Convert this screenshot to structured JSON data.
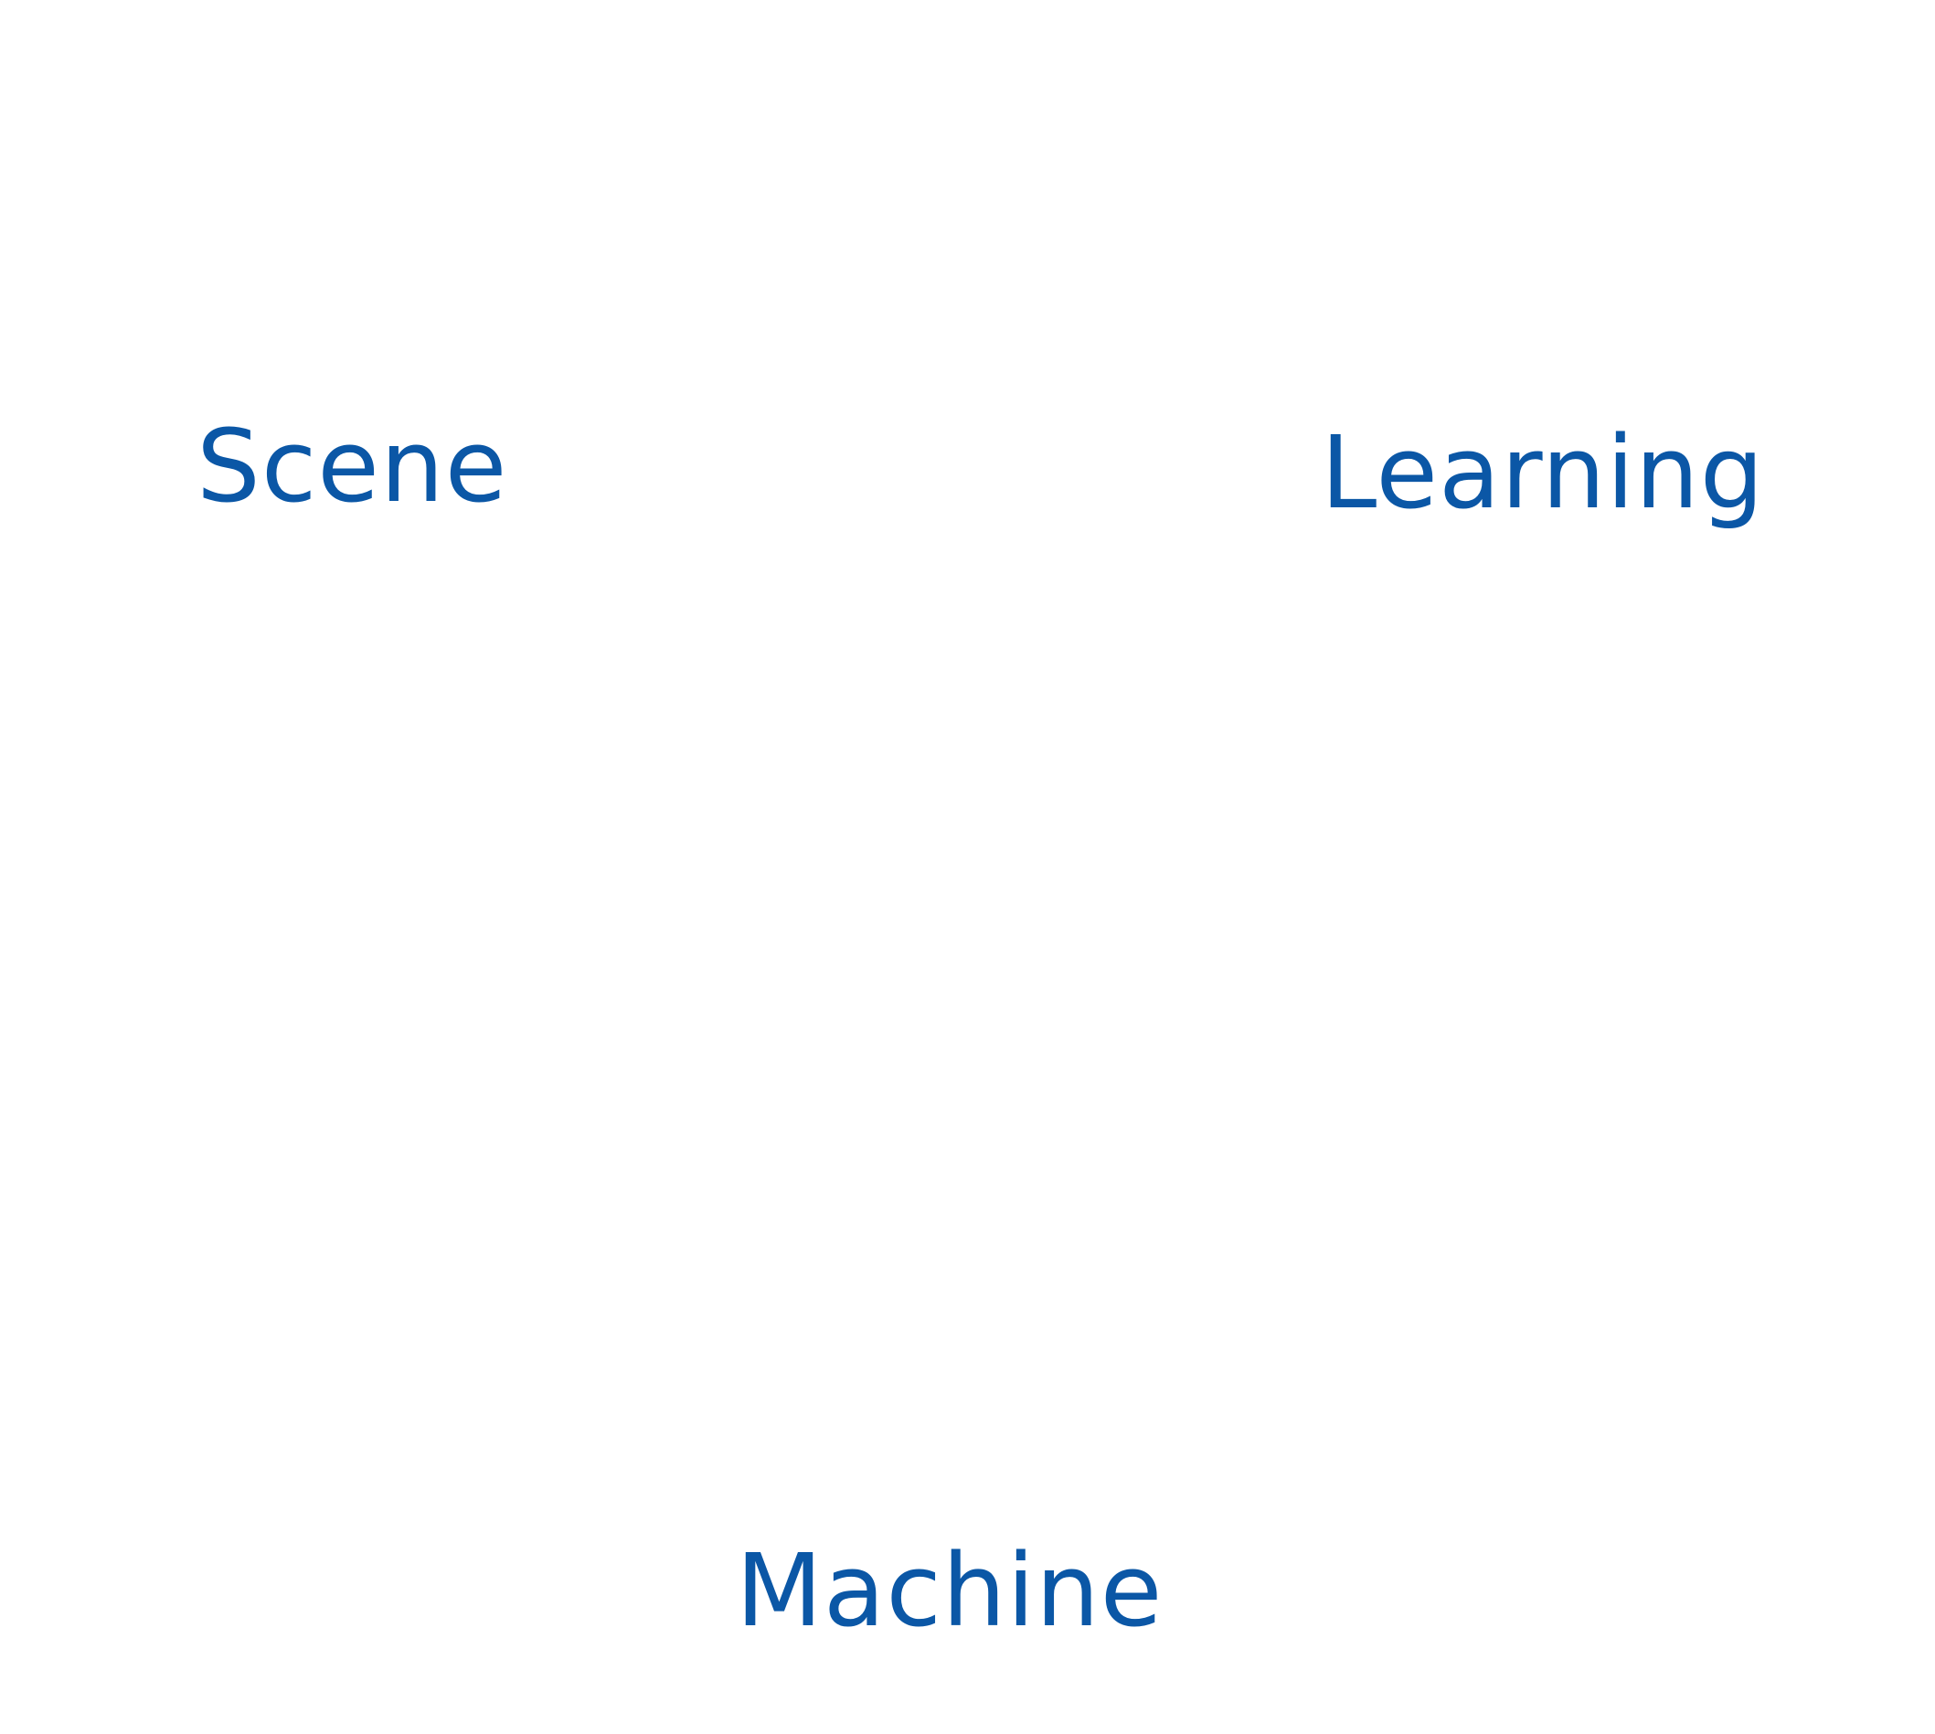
{
  "words": {
    "scene": "Scene",
    "learning": "Learning",
    "machine": "Machine"
  },
  "colors": {
    "text": "#0b57a6",
    "background": "#ffffff"
  }
}
